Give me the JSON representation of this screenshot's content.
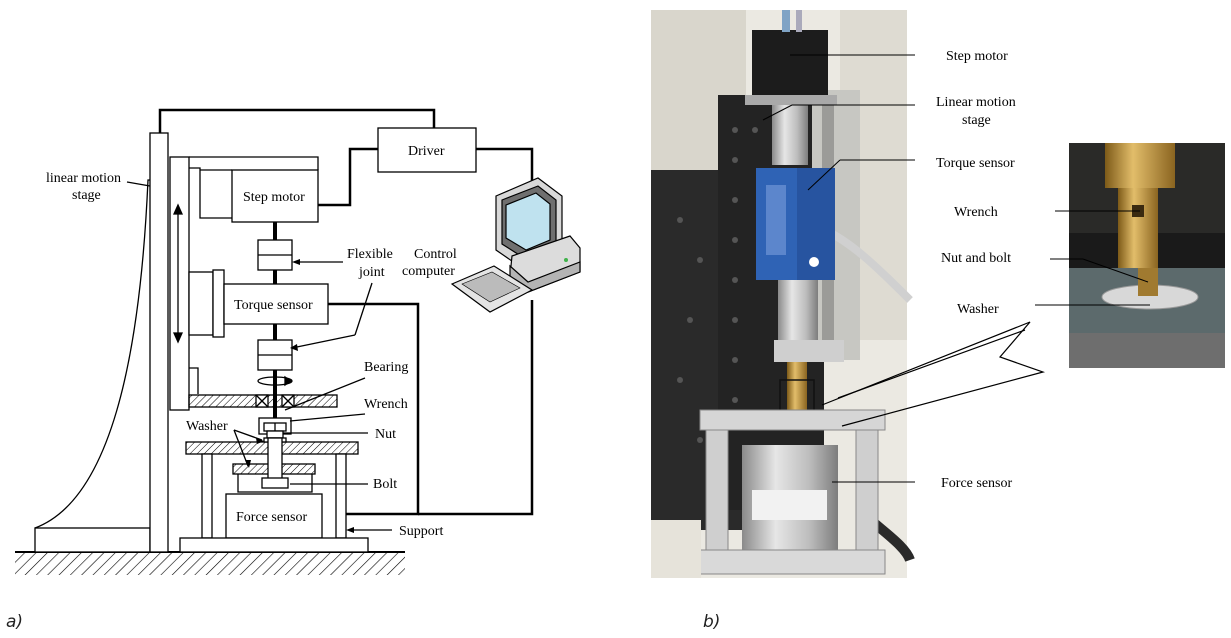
{
  "panel_a": {
    "tag": "a)",
    "labels": {
      "linear_stage_1": "linear motion",
      "linear_stage_2": "stage",
      "driver": "Driver",
      "step_motor": "Step motor",
      "flexible_1": "Flexible",
      "flexible_2": "joint",
      "control_1": "Control",
      "control_2": "computer",
      "torque_sensor": "Torque sensor",
      "bearing": "Bearing",
      "wrench": "Wrench",
      "washer": "Washer",
      "nut": "Nut",
      "bolt": "Bolt",
      "force_sensor": "Force sensor",
      "support": "Support"
    }
  },
  "panel_b": {
    "tag": "b)",
    "labels": {
      "step_motor": "Step motor",
      "linear_1": "Linear motion",
      "linear_2": "stage",
      "torque_sensor": "Torque sensor",
      "wrench": "Wrench",
      "nut_bolt": "Nut and bolt",
      "washer": "Washer",
      "force_sensor": "Force sensor"
    }
  },
  "colors": {
    "line": "#000000",
    "photo_dark": "#2b2b2b",
    "sensor_blue": "#2f63b5",
    "brass": "#c9a24a"
  }
}
